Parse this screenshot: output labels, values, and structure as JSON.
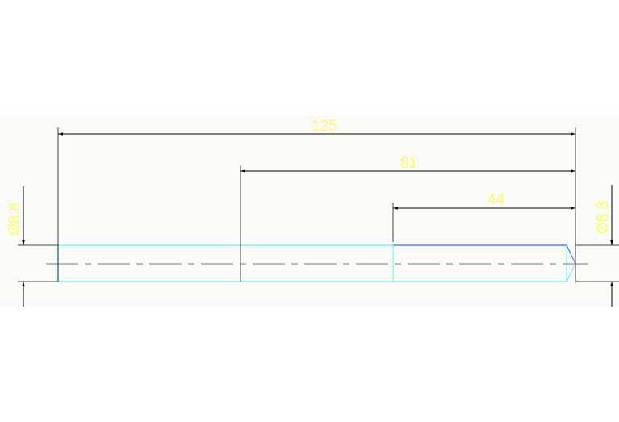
{
  "drawing": {
    "dimensions": {
      "overall_length": "125",
      "middle_length": "81",
      "end_length": "44",
      "left_diameter": "Ø8.8",
      "right_diameter": "Ø8.8"
    },
    "colors": {
      "outline": "#66eeee",
      "highlight_edge": "#3366ff",
      "dimension_line": "#000000",
      "dimension_text": "#ffff66",
      "center_line": "#555555"
    }
  }
}
